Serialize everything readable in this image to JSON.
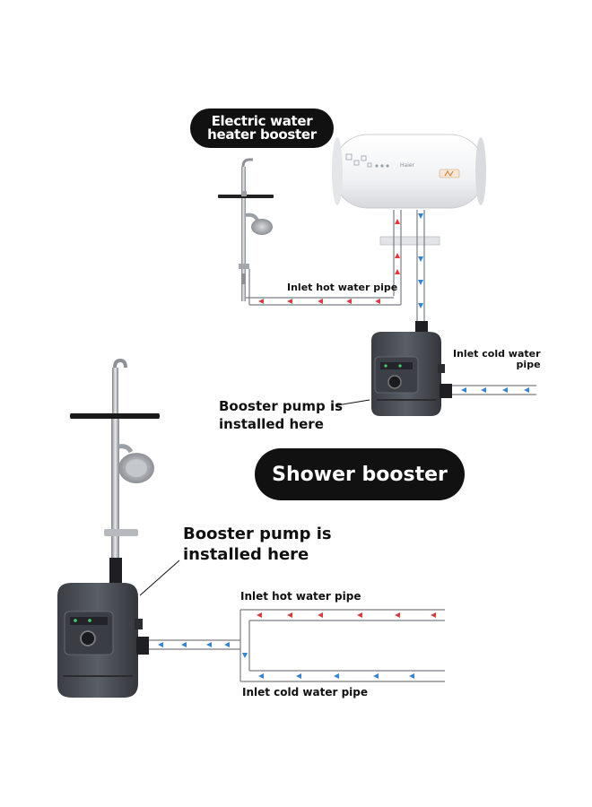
{
  "top_section": {
    "title_line1": "Electric water",
    "title_line2": "heater booster",
    "hot_pipe_label": "Inlet hot water pipe",
    "cold_pipe_label_line1": "Inlet cold water",
    "cold_pipe_label_line2": "pipe",
    "pump_note_line1": "Booster pump is",
    "pump_note_line2": "installed here",
    "heater_brand": "Haier"
  },
  "bottom_section": {
    "title": "Shower booster",
    "pump_note_line1": "Booster pump is",
    "pump_note_line2": "installed here",
    "hot_pipe_label": "Inlet hot water pipe",
    "cold_pipe_label": "Inlet cold water pipe"
  },
  "colors": {
    "hot_arrow": "#e8353b",
    "cold_arrow": "#2f86d8",
    "pump_body": "#4a4e55",
    "pill_bg": "#111111"
  }
}
